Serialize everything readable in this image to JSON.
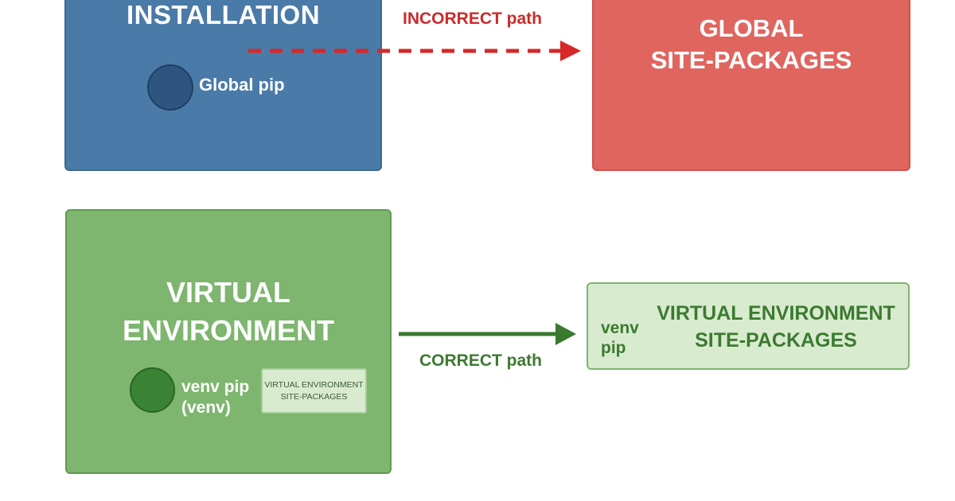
{
  "global_installation": {
    "title": "INSTALLATION",
    "pip_label": "Global pip"
  },
  "global_site_packages": {
    "title_line1": "GLOBAL",
    "title_line2": "SITE-PACKAGES"
  },
  "incorrect_path": {
    "label": "INCORRECT path"
  },
  "virtual_environment": {
    "title_line1": "VIRTUAL",
    "title_line2": "ENVIRONMENT",
    "pip_label_line1": "venv pip",
    "pip_label_line2": "(venv)",
    "inner_site_line1": "VIRTUAL ENVIRONMENT",
    "inner_site_line2": "SITE-PACKAGES"
  },
  "correct_path": {
    "label": "CORRECT path"
  },
  "venv_site_packages": {
    "pip_line1": "venv",
    "pip_line2": "pip",
    "title_line1": "VIRTUAL ENVIRONMENT",
    "title_line2": "SITE-PACKAGES"
  },
  "colors": {
    "global_blue": "#4a7aa8",
    "global_red": "#e0655f",
    "venv_green": "#7eb56f",
    "venv_light_green": "#d8ebcf",
    "incorrect_arrow": "#d62828",
    "correct_arrow": "#3a7a2e"
  }
}
